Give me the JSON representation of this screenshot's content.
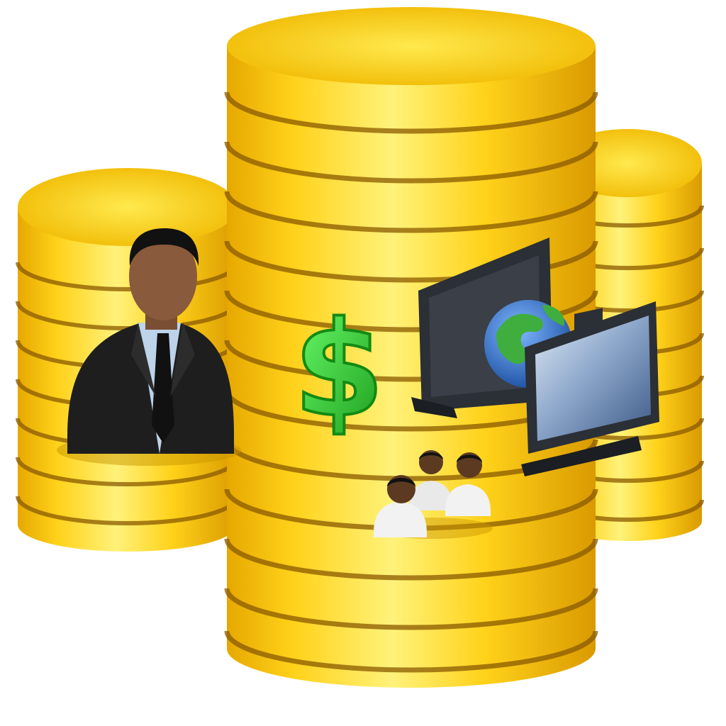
{
  "colors": {
    "background": "#ffffff",
    "coin_gold_light": "#fff27a",
    "coin_gold": "#ffd21a",
    "coin_gold_dark": "#d99a00",
    "coin_groove": "#8a5a00",
    "dollar_green": "#2ecc40",
    "suit_black": "#1e1e1e",
    "skin_brown": "#8a5a3c",
    "monitor_frame": "#2b2f36",
    "monitor_screen": "#6f8fb8",
    "globe_ocean": "#2a6fc9",
    "globe_land": "#3fae3f",
    "people_shirt": "#f2f2f2"
  },
  "elements": {
    "coin_stacks": [
      "left-coin-stack",
      "center-coin-stack",
      "right-coin-stack"
    ],
    "icons": [
      "businessman-icon",
      "dollar-sign-icon",
      "monitor-icon",
      "globe-icon",
      "people-group-icon"
    ]
  }
}
